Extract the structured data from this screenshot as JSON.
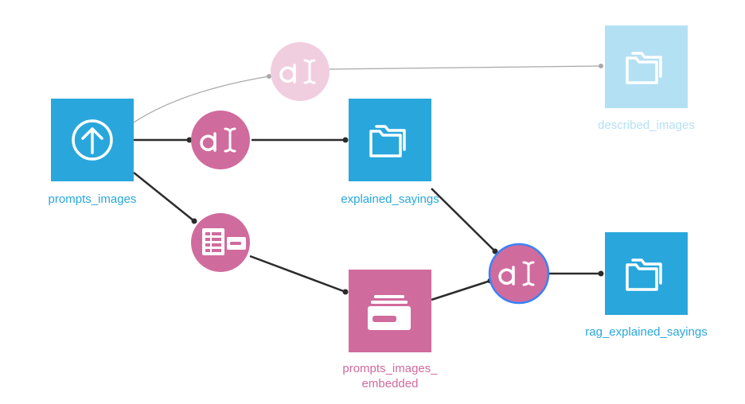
{
  "colors": {
    "dataset": "#29a7dc",
    "dataset_faded": "#b4e0f4",
    "recipe": "#d06b9d",
    "recipe_faded": "#f1cde0",
    "edge": "#2b2b2b",
    "edge_faded": "#a8a8a8",
    "selected_ring": "#3b82f6"
  },
  "datasets": {
    "prompts_images": {
      "label": "prompts_images",
      "icon": "upload-icon"
    },
    "explained_sayings": {
      "label": "explained_sayings",
      "icon": "folder-icon"
    },
    "described_images": {
      "label": "described_images",
      "icon": "folder-icon"
    },
    "prompts_images_embedded": {
      "label_line1": "prompts_images_",
      "label_line2": "embedded",
      "icon": "embedding-store-icon"
    },
    "rag_explained_sayings": {
      "label": "rag_explained_sayings",
      "icon": "folder-icon"
    }
  },
  "recipes": {
    "describe_images": {
      "icon": "text-generation-icon",
      "faded": true
    },
    "explain_sayings": {
      "icon": "text-generation-icon"
    },
    "embed_prompts": {
      "icon": "embedding-recipe-icon"
    },
    "rag_explain": {
      "icon": "text-generation-icon",
      "selected": true
    }
  }
}
